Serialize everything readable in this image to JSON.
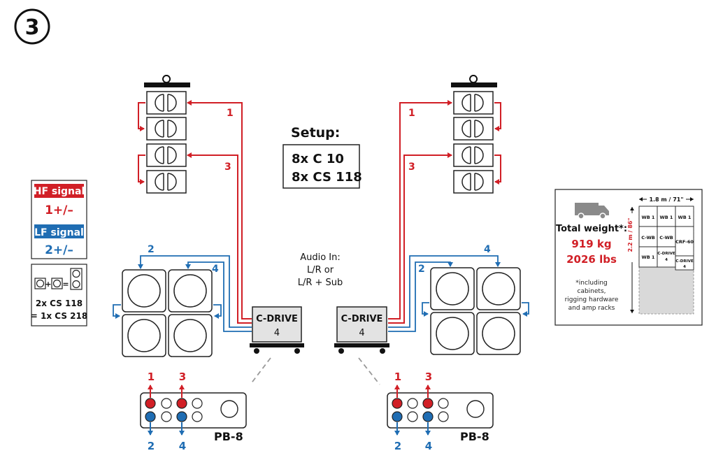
{
  "step_badge": "3",
  "setup": {
    "title": "Setup:",
    "line1": "8x C 10",
    "line2": "8x CS 118"
  },
  "audio_in": {
    "line1": "Audio In:",
    "line2": "L/R or",
    "line3": "L/R + Sub"
  },
  "legend": {
    "hf_label": "HF signal",
    "hf_value": "1+/–",
    "lf_label": "LF signal",
    "lf_value": "2+/–",
    "combine_line1": "2x CS 118",
    "combine_line2": "= 1x CS 218"
  },
  "left_side": {
    "amp_label_1": "C-DRIVE",
    "amp_label_2": "4",
    "hf_top_num": "1",
    "hf_bottom_num": "3",
    "lf_top_num": "2",
    "lf_right_num": "4",
    "panel_label": "PB-8",
    "panel_top_1": "1",
    "panel_top_3": "3",
    "panel_bot_2": "2",
    "panel_bot_4": "4"
  },
  "right_side": {
    "amp_label_1": "C-DRIVE",
    "amp_label_2": "4",
    "hf_top_num": "1",
    "hf_bottom_num": "3",
    "lf_top_num": "4",
    "lf_left_num": "2",
    "panel_label": "PB-8",
    "panel_top_1": "1",
    "panel_top_3": "3",
    "panel_bot_2": "2",
    "panel_bot_4": "4"
  },
  "truck": {
    "weight_title": "Total weight*:",
    "kg": "919 kg",
    "lbs": "2026 lbs",
    "note1": "*including",
    "note2": "cabinets,",
    "note3": "rigging hardware",
    "note4": "and amp racks",
    "width_dim": "1.8 m / 71\"",
    "height_dim": "2.2 m / 86\"",
    "slot_wb1_a": "WB 1",
    "slot_wb1_b": "WB 1",
    "slot_wb1_c": "WB 1",
    "slot_cwb_a": "C-WB",
    "slot_cwb_b": "C-WB",
    "slot_crf": "CRF-60",
    "slot_wb1_d": "WB 1",
    "slot_cdrive_a1": "C-DRIVE",
    "slot_cdrive_a2": "4",
    "slot_cdrive_b1": "C-DRIVE",
    "slot_cdrive_b2": "4"
  },
  "colors": {
    "hf": "#d11f26",
    "lf": "#1f6db3",
    "line": "#222222",
    "grey_fill": "#d9d9d9"
  }
}
